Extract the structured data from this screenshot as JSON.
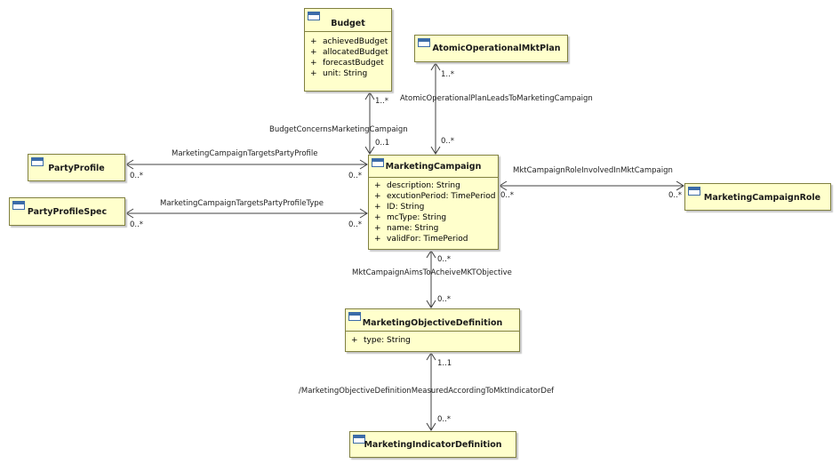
{
  "classes": {
    "budget": {
      "name": "Budget",
      "attributes": [
        {
          "vis": "+",
          "text": "achievedBudget"
        },
        {
          "vis": "+",
          "text": "allocatedBudget"
        },
        {
          "vis": "+",
          "text": "forecastBudget"
        },
        {
          "vis": "+",
          "text": "unit: String"
        }
      ]
    },
    "atomic_plan": {
      "name": "AtomicOperationalMktPlan"
    },
    "party_profile": {
      "name": "PartyProfile"
    },
    "party_profile_spec": {
      "name": "PartyProfileSpec"
    },
    "marketing_campaign": {
      "name": "MarketingCampaign",
      "attributes": [
        {
          "vis": "+",
          "text": "description: String"
        },
        {
          "vis": "+",
          "text": "excutionPeriod: TimePeriod"
        },
        {
          "vis": "+",
          "text": "ID: String"
        },
        {
          "vis": "+",
          "text": "mcType: String"
        },
        {
          "vis": "+",
          "text": "name: String"
        },
        {
          "vis": "+",
          "text": "validFor: TimePeriod"
        }
      ]
    },
    "campaign_role": {
      "name": "MarketingCampaignRole"
    },
    "objective_def": {
      "name": "MarketingObjectiveDefinition",
      "attributes": [
        {
          "vis": "+",
          "text": "type: String"
        }
      ]
    },
    "indicator_def": {
      "name": "MarketingIndicatorDefinition"
    }
  },
  "associations": {
    "budget_concerns": {
      "name": "BudgetConcernsMarketingCampaign",
      "end_budget": "1..*",
      "end_campaign": "0..1"
    },
    "atomic_leads": {
      "name": "AtomicOperationalPlanLeadsToMarketingCampaign",
      "end_plan": "1..*",
      "end_campaign": "0..*"
    },
    "targets_profile": {
      "name": "MarketingCampaignTargetsPartyProfile",
      "end_profile": "0..*",
      "end_campaign": "0..*"
    },
    "targets_profile_type": {
      "name": "MarketingCampaignTargetsPartyProfileType",
      "end_spec": "0..*",
      "end_campaign": "0..*"
    },
    "role_involved": {
      "name": "MktCampaignRoleInvolvedInMktCampaign",
      "end_campaign": "0..*",
      "end_role": "0..*"
    },
    "aims_objective": {
      "name": "MktCampaignAimsToAcheiveMKTObjective",
      "end_campaign": "0..*",
      "end_objective": "0..*"
    },
    "measured_according": {
      "name": "/MarketingObjectiveDefinitionMeasuredAccordingToMktIndicatorDef",
      "end_objective": "1..1",
      "end_indicator": "0..*"
    }
  }
}
